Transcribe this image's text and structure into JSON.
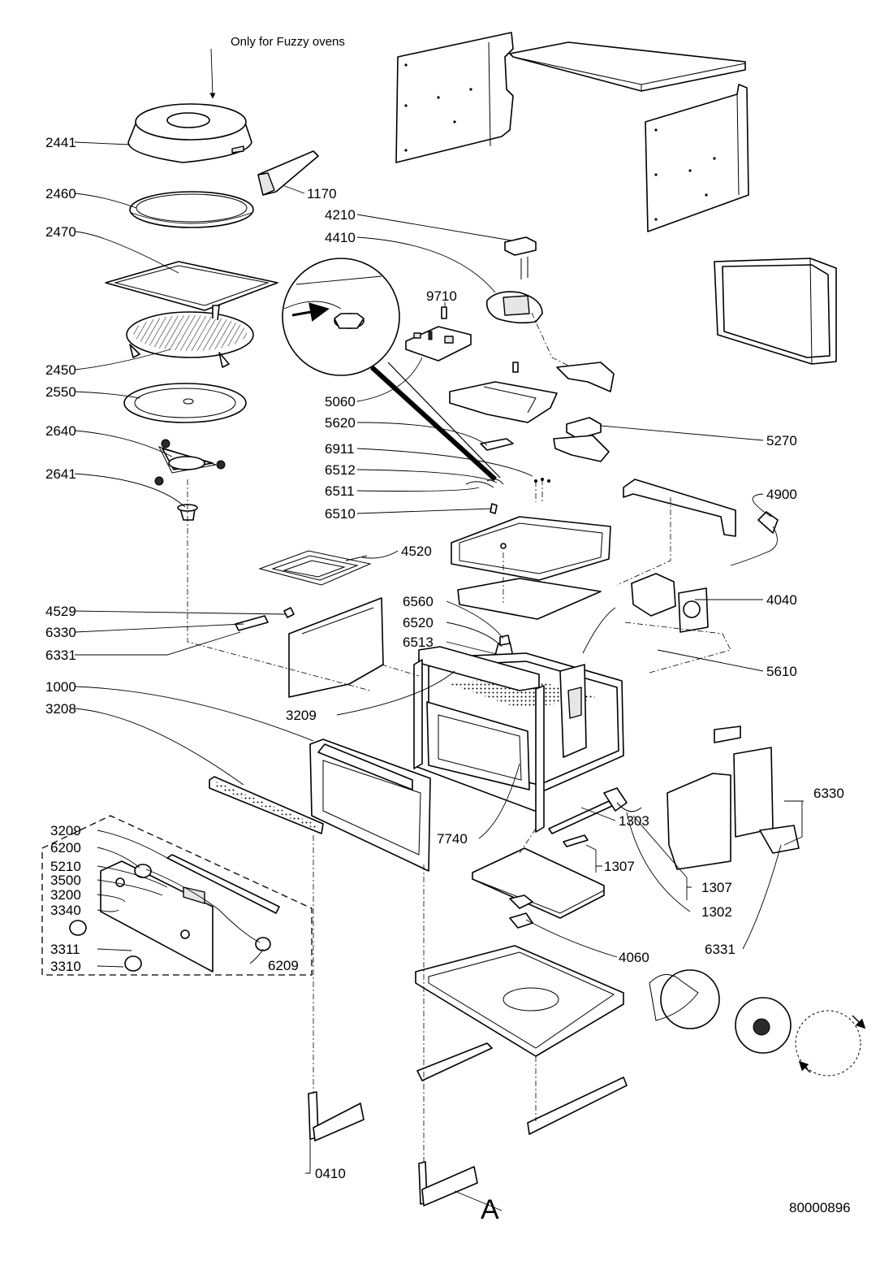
{
  "note": "Only for Fuzzy ovens",
  "drawing_number": "80000896",
  "view_letter": "A",
  "labels": {
    "p2441": "2441",
    "p2460": "2460",
    "p1170": "1170",
    "p2470": "2470",
    "p4210": "4210",
    "p4410": "4410",
    "p9710": "9710",
    "p2450": "2450",
    "p2550": "2550",
    "p5060": "5060",
    "p5620": "5620",
    "p5270": "5270",
    "p2640": "2640",
    "p6911": "6911",
    "p6512": "6512",
    "p2641": "2641",
    "p6511": "6511",
    "p6510": "6510",
    "p4900": "4900",
    "p4520": "4520",
    "p4529": "4529",
    "p6560": "6560",
    "p4040": "4040",
    "p6330a": "6330",
    "p6520": "6520",
    "p6331a": "6331",
    "p6513": "6513",
    "p5610": "5610",
    "p1000": "1000",
    "p3208": "3208",
    "p3209a": "3209",
    "p6330b": "6330",
    "p3209b": "3209",
    "p1303": "1303",
    "p6200": "6200",
    "p7740": "7740",
    "p5210": "5210",
    "p1307a": "1307",
    "p3500": "3500",
    "p3200": "3200",
    "p1307b": "1307",
    "p3340": "3340",
    "p1302": "1302",
    "p3311": "3311",
    "p6209": "6209",
    "p3310": "3310",
    "p4060": "4060",
    "p6331b": "6331",
    "p0410": "0410"
  }
}
